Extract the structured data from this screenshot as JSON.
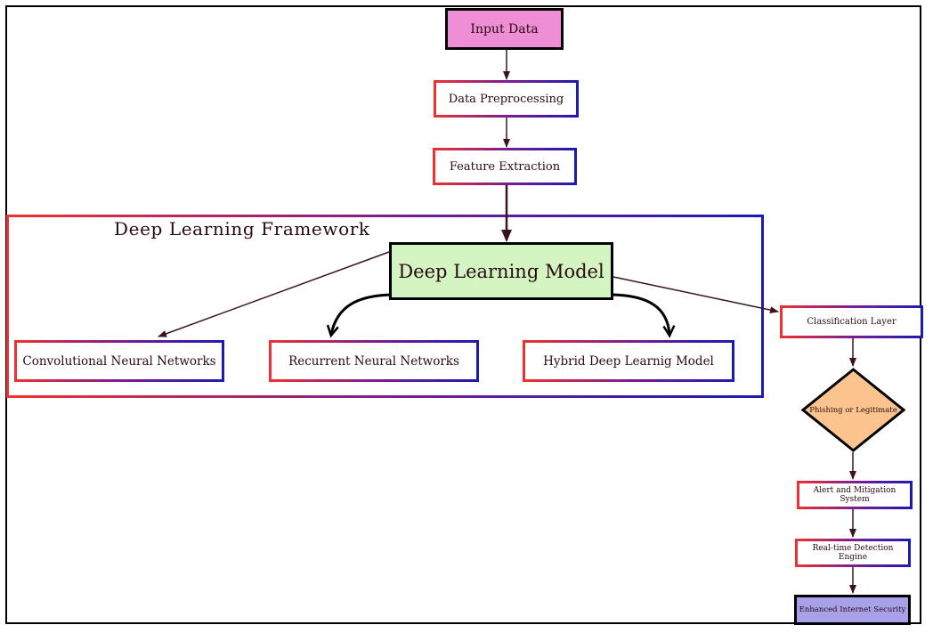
{
  "diagram": {
    "framework_title": "Deep Learning Framework",
    "nodes": {
      "input": "Input Data",
      "preprocessing": "Data Preprocessing",
      "feature_extraction": "Feature Extraction",
      "deep_learning_model": "Deep Learning Model",
      "cnn": "Convolutional Neural Networks",
      "rnn": "Recurrent Neural Networks",
      "hybrid": "Hybrid Deep Learnig Model",
      "classification": "Classification Layer",
      "decision": "Phishing or Legitimate",
      "alert": "Alert and Mitigation System",
      "realtime": "Real-time Detection Engine",
      "enhanced": "Enhanced Internet Security"
    },
    "colors": {
      "input_fill": "#ee8fd6",
      "model_fill": "#d3f5c2",
      "decision_fill": "#fbc48e",
      "enhanced_fill": "#a9a0ea",
      "border_gradient_start": "#f0312f",
      "border_gradient_end": "#1c1ab4",
      "edge_color": "#3a1420"
    }
  }
}
